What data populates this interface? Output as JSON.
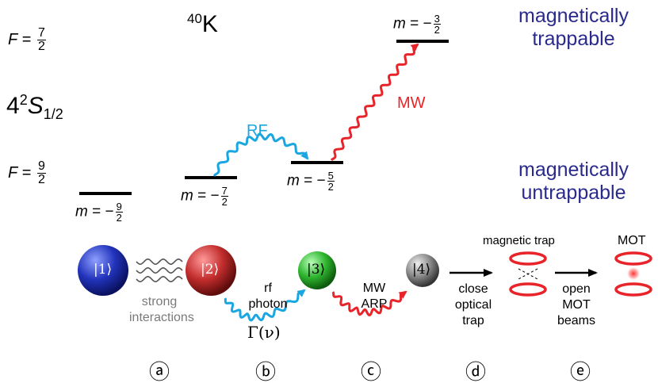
{
  "isotope": {
    "mass": "40",
    "symbol": "K"
  },
  "hyperfine": {
    "upper": {
      "var": "F",
      "eq": " = ",
      "num": "7",
      "den": "2"
    },
    "lower": {
      "var": "F",
      "eq": " = ",
      "num": "9",
      "den": "2"
    },
    "term": {
      "prefix": "4",
      "sup": "2",
      "letter": "S",
      "sub": "1/2"
    }
  },
  "region_labels": {
    "trappable": [
      "magnetically",
      "trappable"
    ],
    "untrappable": [
      "magnetically",
      "untrappable"
    ]
  },
  "levels": [
    {
      "id": "m-9-2",
      "var": "m",
      "eq": " = −",
      "num": "9",
      "den": "2"
    },
    {
      "id": "m-7-2",
      "var": "m",
      "eq": " = −",
      "num": "7",
      "den": "2"
    },
    {
      "id": "m-5-2",
      "var": "m",
      "eq": " = −",
      "num": "5",
      "den": "2"
    },
    {
      "id": "m-3-2",
      "var": "m",
      "eq": " = −",
      "num": "3",
      "den": "2"
    }
  ],
  "transitions": {
    "rf": "RF",
    "mw": "MW"
  },
  "states": [
    "|1⟩",
    "|2⟩",
    "|3⟩",
    "|4⟩"
  ],
  "process": {
    "strong": [
      "strong",
      "interactions"
    ],
    "rf_photon": [
      "rf",
      "photon"
    ],
    "gamma": "Γ(ν)",
    "mw_arp": [
      "MW",
      "ARP"
    ],
    "close_trap": [
      "close",
      "optical",
      "trap"
    ],
    "magnetic_trap": "magnetic trap",
    "open_mot": [
      "open",
      "MOT",
      "beams"
    ],
    "mot": "MOT"
  },
  "steps": [
    "ⓐ",
    "ⓑ",
    "ⓒ",
    "ⓓ",
    "ⓔ"
  ],
  "colors": {
    "rf": "#1aa6e0",
    "mw": "#e8242a",
    "label_blue": "#2a2a8c",
    "state1": "#2233bb",
    "state2": "#c22d2d",
    "state3": "#2fb52f",
    "state4": "#8a8a8a"
  }
}
